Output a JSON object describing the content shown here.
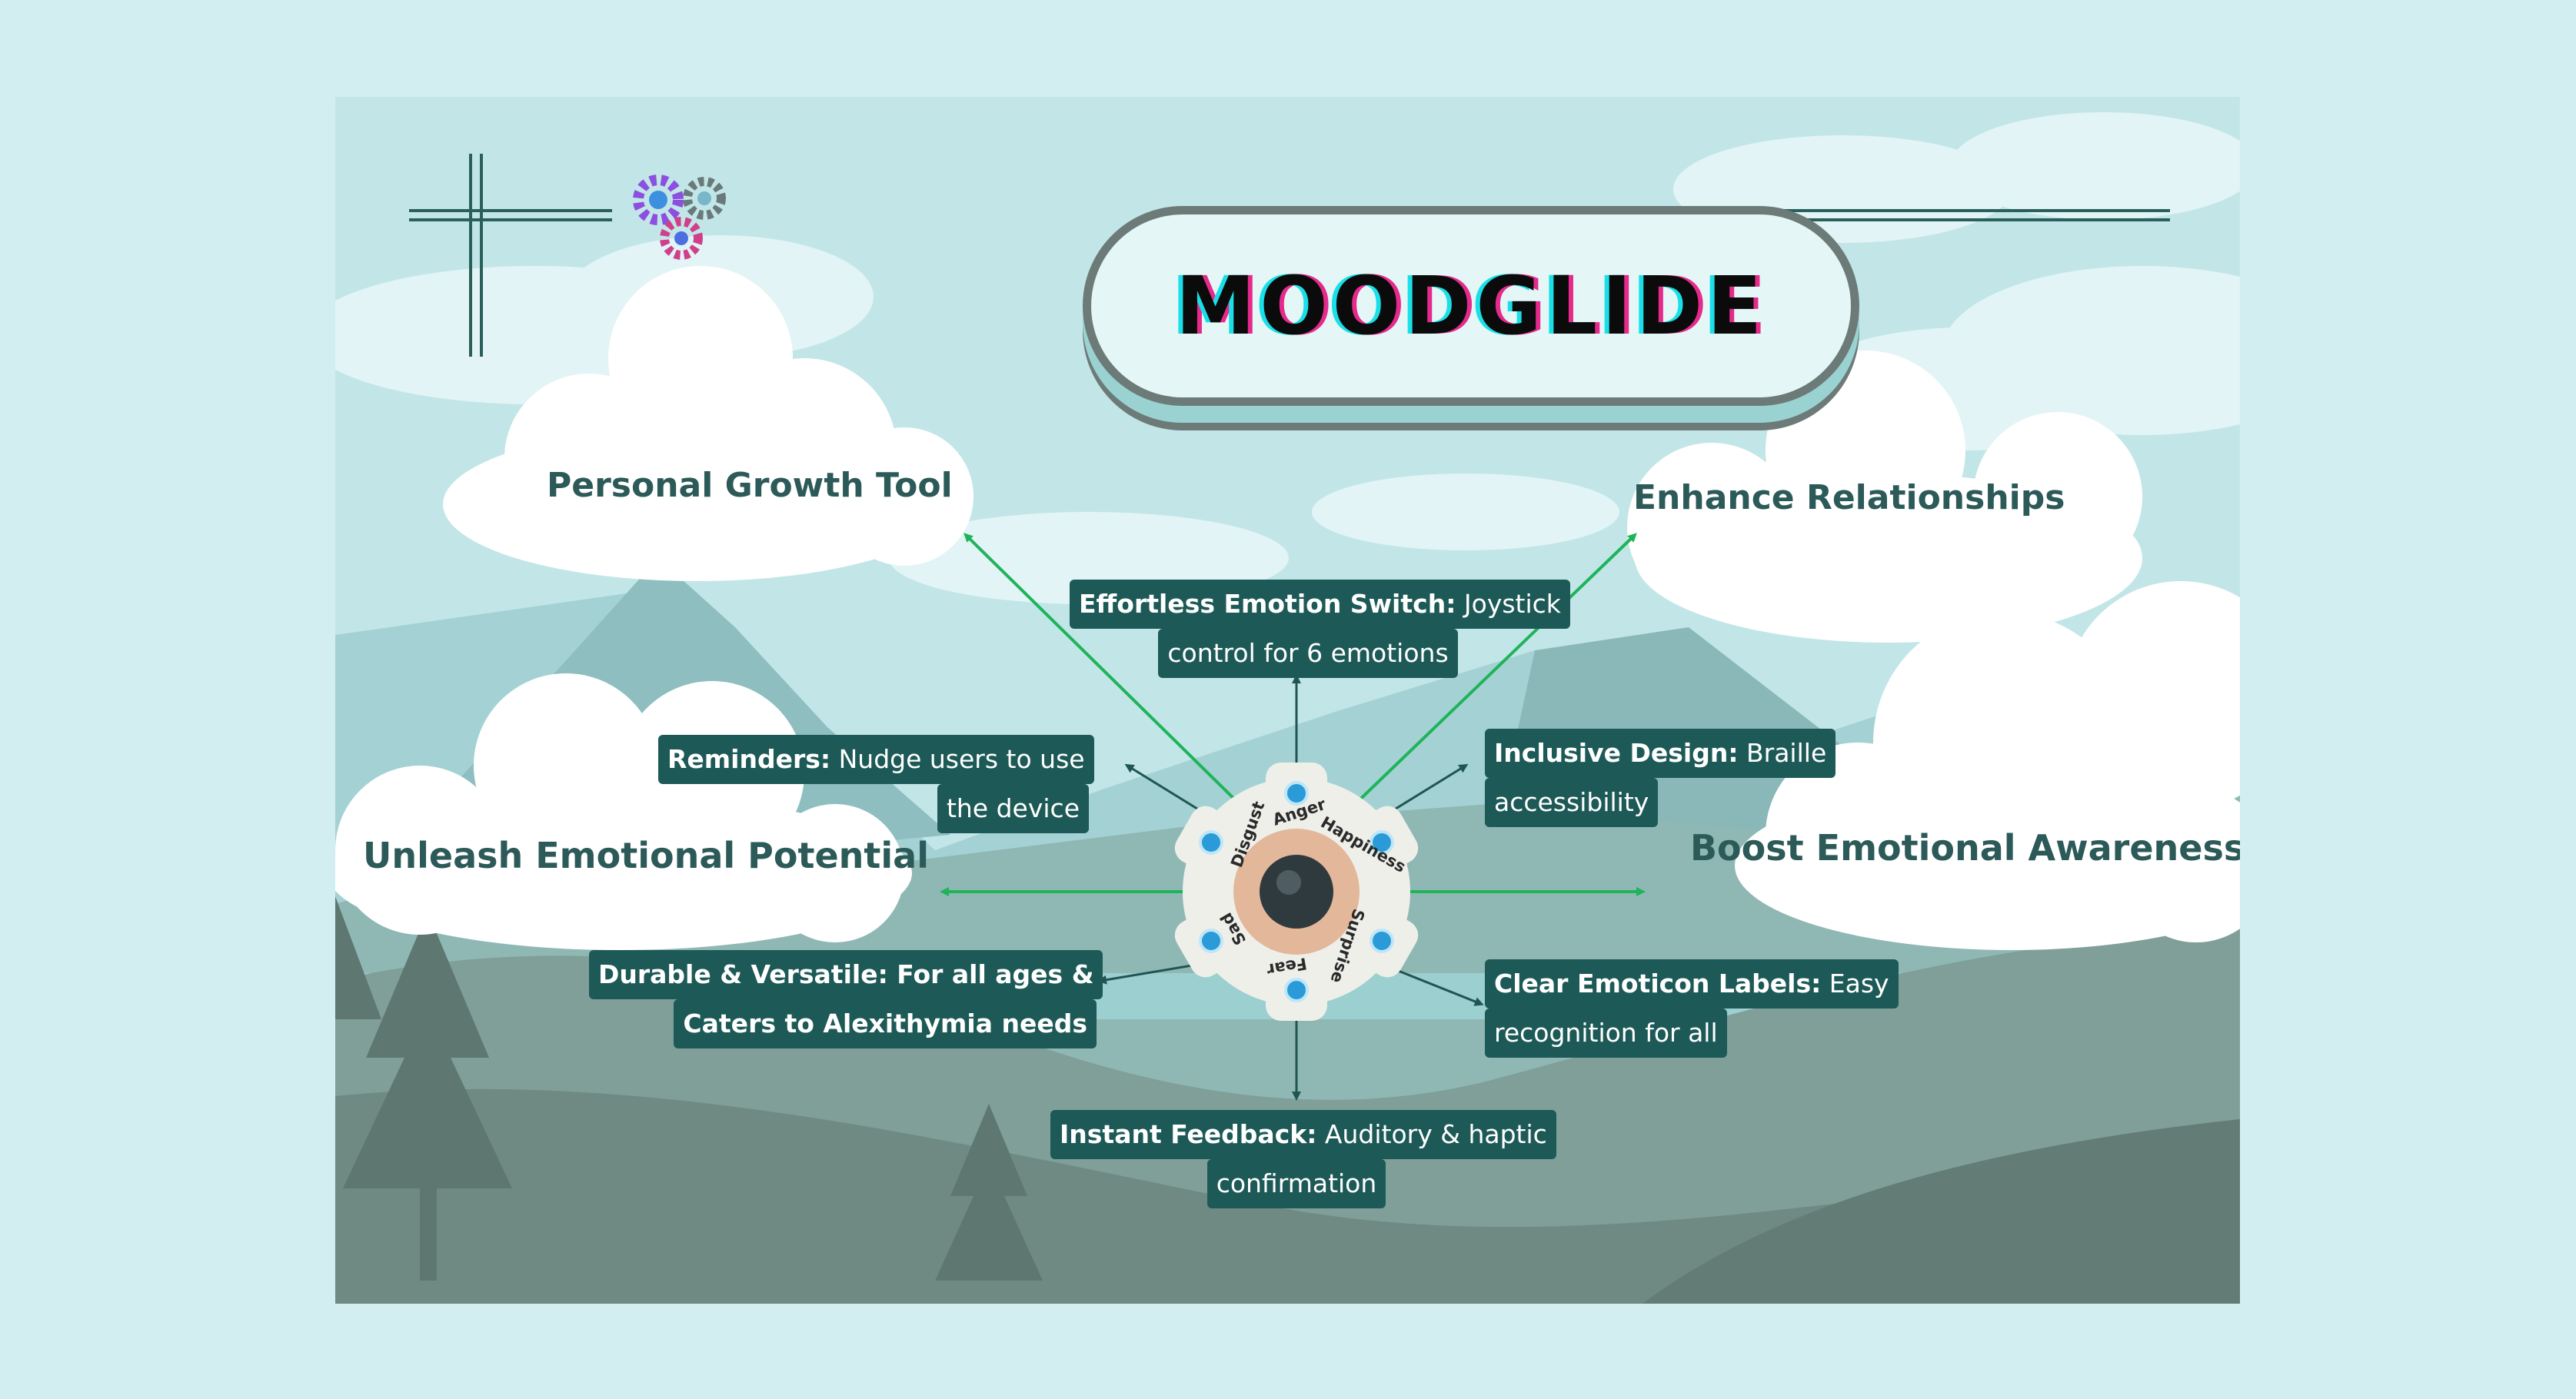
{
  "title": "MOODGLIDE",
  "benefits": {
    "personal_growth": "Personal Growth Tool",
    "relationships": "Enhance Relationships",
    "emotional_potential": "Unleash Emotional Potential",
    "emotional_awareness": "Boost Emotional Awareness"
  },
  "features": {
    "emotion_switch": {
      "bold": "Effortless Emotion Switch:",
      "text1": " Joystick",
      "text2": "control for 6 emotions"
    },
    "reminders": {
      "bold": "Reminders:",
      "text1": " Nudge users to use",
      "text2": "the device"
    },
    "inclusive": {
      "bold": "Inclusive Design:",
      "text1": " Braille",
      "text2": "accessibility"
    },
    "durable": {
      "bold1": "Durable & Versatile:",
      "text1": " For all ages &",
      "text2": "Caters to Alexithymia needs"
    },
    "labels": {
      "bold": "Clear Emoticon Labels:",
      "text1": " Easy",
      "text2": "recognition for all"
    },
    "feedback": {
      "bold": "Instant Feedback:",
      "text1": " Auditory & haptic",
      "text2": "confirmation"
    }
  },
  "device_emotions": [
    "Sad",
    "Disgust",
    "Anger",
    "Happiness",
    "Surprise",
    "Fear"
  ],
  "colors": {
    "page_bg": "#d2eef0",
    "tag_bg": "#1d5a57",
    "cloud_text": "#2c5a58",
    "arrow_green": "#1fb35a",
    "arrow_dark": "#1f5552"
  },
  "icons": [
    "gears-icon"
  ]
}
